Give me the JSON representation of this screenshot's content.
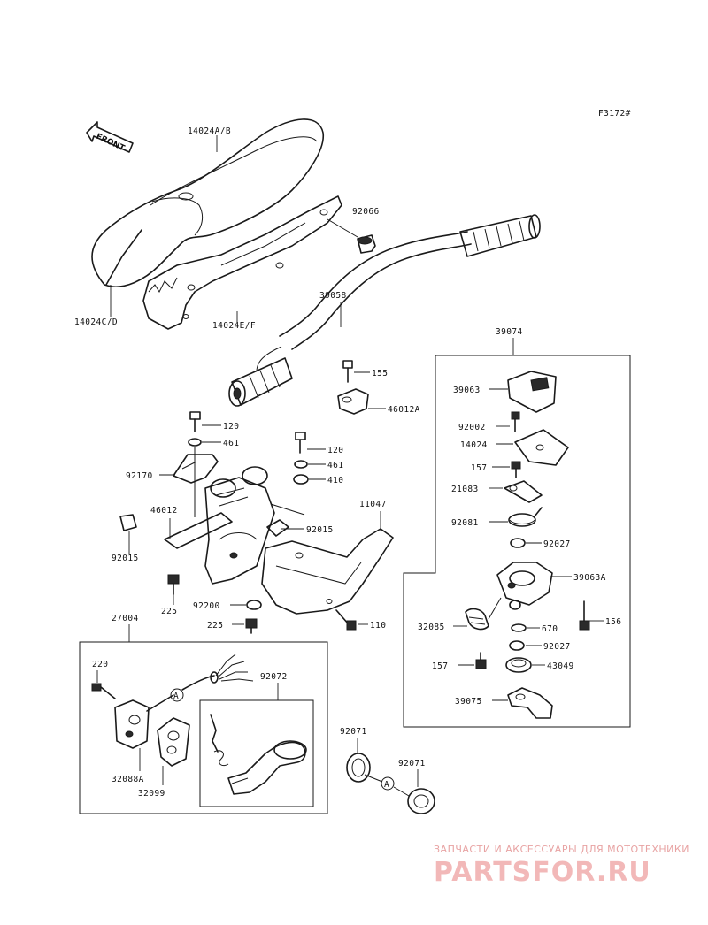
{
  "figure_code": "F3172#",
  "front_arrow": "FRONT",
  "labels": {
    "seat_top": "14024A/B",
    "seat_left": "14024C/D",
    "seat_bottom": "14024E/F",
    "cap": "92066",
    "handlebar": "39058",
    "housing_group": "39074",
    "bolt_155": "155",
    "holder_46012a": "46012A",
    "bolt_120a": "120",
    "washer_461a": "461",
    "bolt_120b": "120",
    "washer_461b": "461",
    "washer_410": "410",
    "clamp_92170": "92170",
    "pad_46012": "46012",
    "clip_92015a": "92015",
    "clip_92015b": "92015",
    "bracket_11047": "11047",
    "bolt_225a": "225",
    "washer_92200": "92200",
    "bolt_225b": "225",
    "bolt_110": "110",
    "switch_group": "27004",
    "screw_220": "220",
    "clamp_92072": "92072",
    "switch_32088a": "32088A",
    "case_32099": "32099",
    "seal_92071a": "92071",
    "seal_92071b": "92071",
    "cover_39063": "39063",
    "bolt_92002": "92002",
    "plate_14024": "14024",
    "bolt_157a": "157",
    "lever_21083": "21083",
    "spring_92081": "92081",
    "washer_92027a": "92027",
    "housing_39063a": "39063A",
    "bolt_156": "156",
    "spring_32085": "32085",
    "oring_670": "670",
    "washer_92027b": "92027",
    "bolt_157b": "157",
    "seal_43049": "43049",
    "lever_39075": "39075",
    "ref_a1": "A",
    "ref_a2": "A"
  },
  "watermark": {
    "line1": "ЗАПЧАСТИ И АКСЕССУАРЫ ДЛЯ МОТОТЕХНИКИ",
    "line2": "PARTSFOR.RU"
  },
  "colors": {
    "ink": "#1a1a1a",
    "watermark": "#f2b8b8"
  }
}
